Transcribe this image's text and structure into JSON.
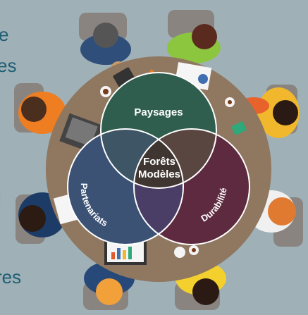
{
  "left_edge_text": [
    "e",
    "es",
    "l",
    "res"
  ],
  "venn": {
    "top": "Paysages",
    "left": "Partenariats",
    "right": "Durabilité",
    "center_line1": "Forêts",
    "center_line2": "Modèles"
  },
  "colors": {
    "background": "#9fb0b7",
    "table": "#8f7760",
    "top_circle": "#2f5e4e",
    "left_circle": "#3b5275",
    "right_circle": "#5e2a3f",
    "center": "#3f3631",
    "edge_text": "#1f5f73"
  }
}
